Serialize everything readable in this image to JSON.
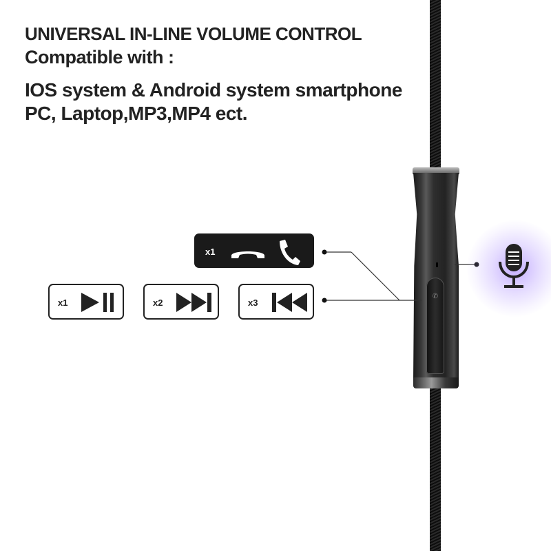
{
  "header": {
    "title": "UNIVERSAL IN-LINE VOLUME CONTROL",
    "compat_label": "Compatible with :",
    "line1": "IOS system & Android system smartphone",
    "line2": "PC, Laptop,MP3,MP4 ect."
  },
  "controls": {
    "call": {
      "count": "x1",
      "icons": [
        "hang-up-icon",
        "phone-icon"
      ]
    },
    "play_pause": {
      "count": "x1",
      "icon": "play-pause-icon"
    },
    "next": {
      "count": "x2",
      "icon": "next-track-icon"
    },
    "previous": {
      "count": "x3",
      "icon": "previous-track-icon"
    }
  },
  "microphone": {
    "icon": "microphone-icon",
    "glow_color": "#9b7bff"
  },
  "colors": {
    "text": "#222222",
    "call_box_bg": "#1a1a1a",
    "glow": "#9b7bff"
  }
}
